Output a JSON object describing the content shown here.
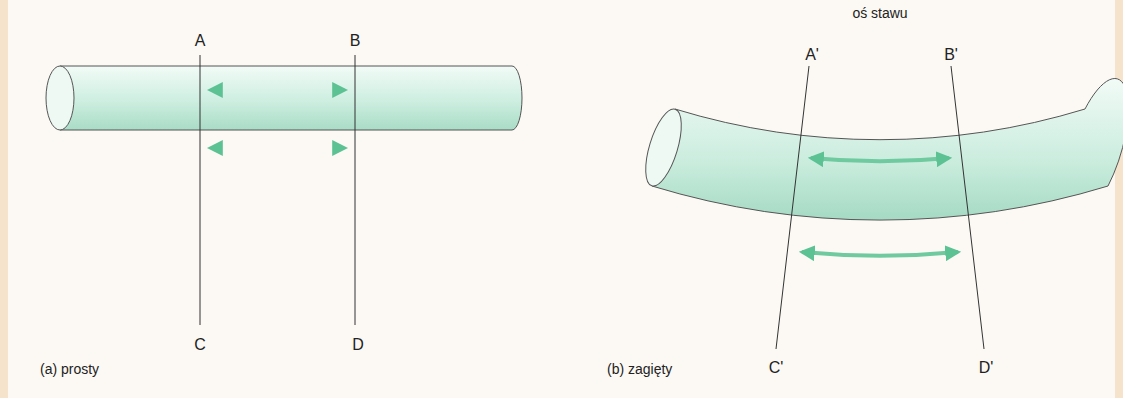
{
  "diagram": {
    "labels": [
      "oś stawu",
      "A",
      "B",
      "C",
      "D",
      "(a) prosty",
      "A'",
      "B'",
      "C'",
      "D'",
      "(b) zagięty"
    ]
  }
}
